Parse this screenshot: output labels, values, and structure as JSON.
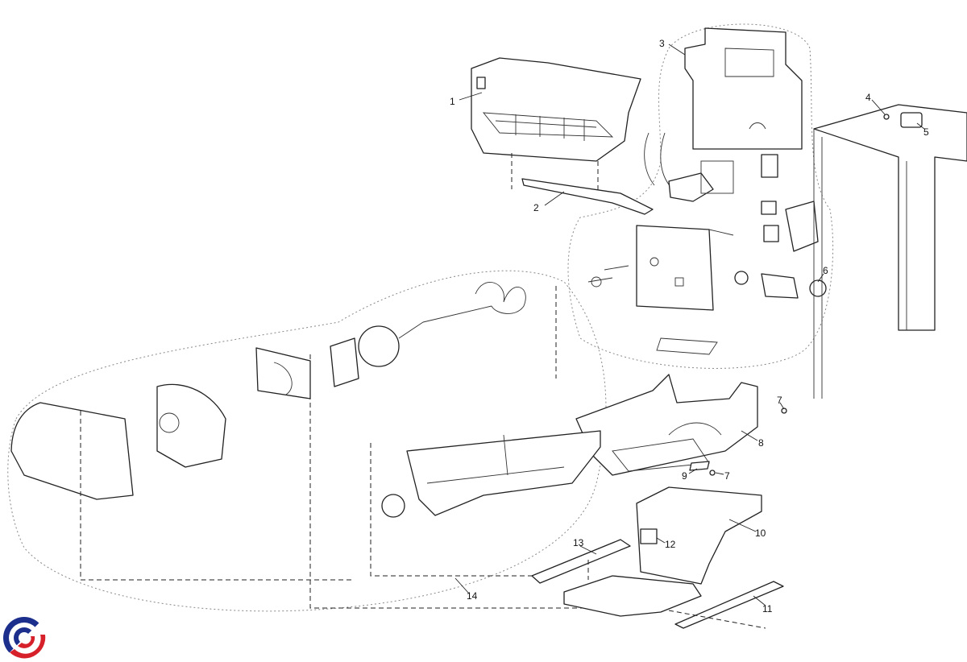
{
  "diagram": {
    "type": "exploded-parts-view",
    "callouts": [
      {
        "id": "1",
        "label": "1"
      },
      {
        "id": "2",
        "label": "2"
      },
      {
        "id": "3",
        "label": "3"
      },
      {
        "id": "4",
        "label": "4"
      },
      {
        "id": "5",
        "label": "5"
      },
      {
        "id": "6",
        "label": "6"
      },
      {
        "id": "7a",
        "label": "7"
      },
      {
        "id": "7b",
        "label": "7"
      },
      {
        "id": "8",
        "label": "8"
      },
      {
        "id": "9",
        "label": "9"
      },
      {
        "id": "10",
        "label": "10"
      },
      {
        "id": "11",
        "label": "11"
      },
      {
        "id": "12",
        "label": "12"
      },
      {
        "id": "13",
        "label": "13"
      },
      {
        "id": "14",
        "label": "14"
      }
    ]
  },
  "logo": {
    "colors": {
      "blue": "#1c2f8c",
      "red": "#d6202a"
    }
  }
}
